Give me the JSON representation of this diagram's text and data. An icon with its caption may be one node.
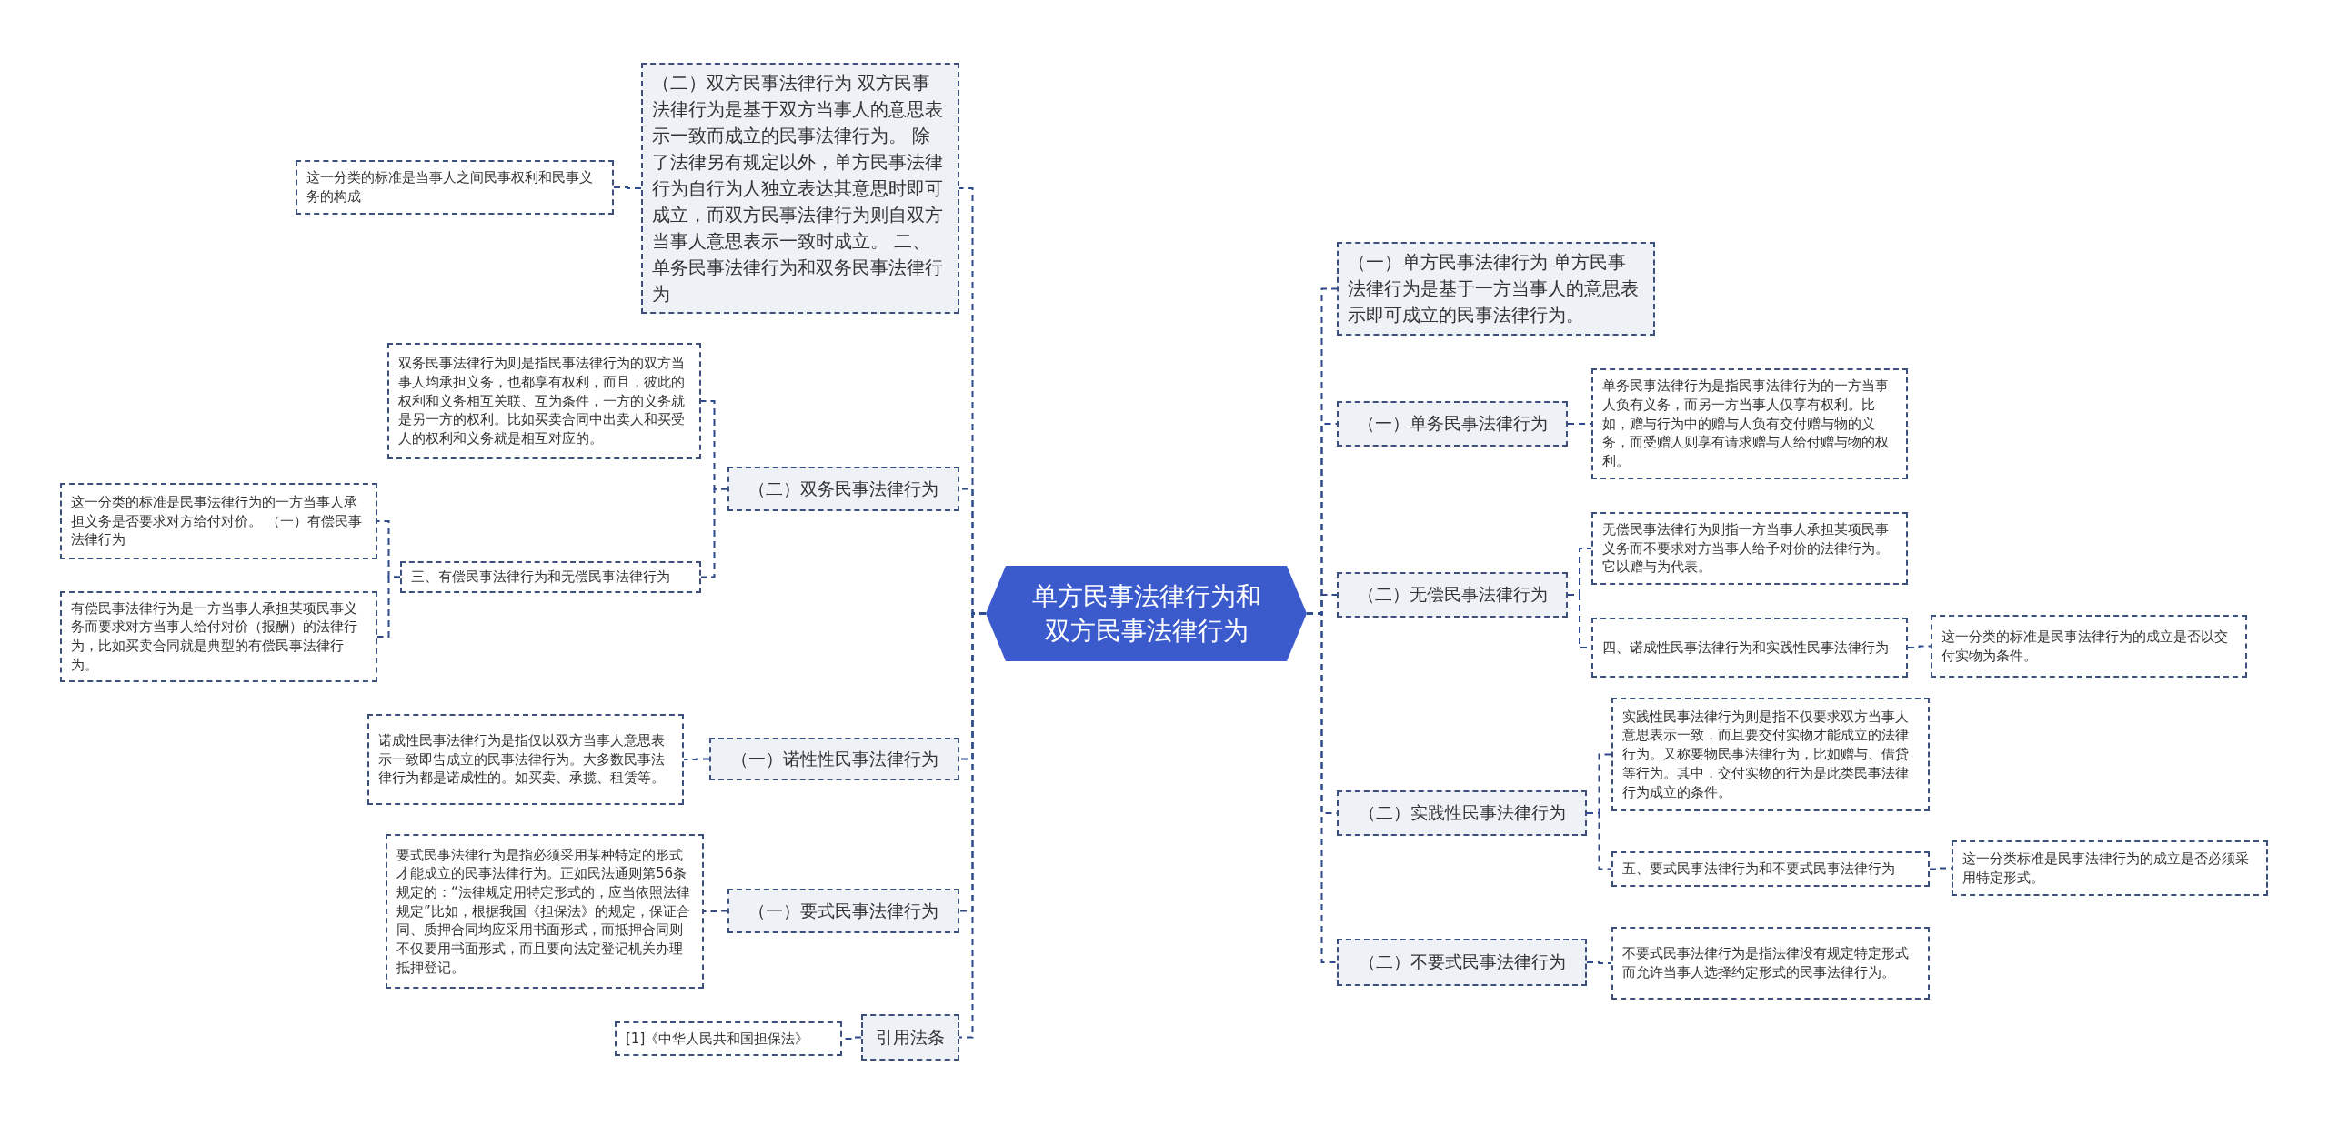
{
  "diagram": {
    "nodes": [
      {
        "text": [
          "单方民事法律行为和双方民事法律行为"
        ]
      },
      {
        "text": [
          "（二）双方民事法律行为 双方民事法律行为是基于双方当事人的意思表示一致而成立的民事法律行为。 除了法律另有规定以外，单方民事法律行为自行为人独立表达其意思时即可成立，而双方民事法律行为则自双方当事人意思表示一致时成立。 二、单务民事法律行为和双务民事法律行为"
        ]
      },
      {
        "text": [
          "这一分类的标准是当事人之间民事权利和民事义务的构成"
        ]
      },
      {
        "text": [
          "（二）双务民事法律行为"
        ]
      },
      {
        "text": [
          "双务民事法律行为则是指民事法律行为的双方当事人均承担义务，也都享有权利，而且，彼此的权利和义务相互关联、互为条件，一方的义务就是另一方的权利。比如买卖合同中出卖人和买受人的权利和义务就是相互对应的。"
        ]
      },
      {
        "text": [
          "三、有偿民事法律行为和无偿民事法律行为"
        ]
      },
      {
        "text": [
          "这一分类的标准是民事法律行为的一方当事人承担义务是否要求对方给付对价。 （一）有偿民事法律行为"
        ]
      },
      {
        "text": [
          "有偿民事法律行为是一方当事人承担某项民事义务而要求对方当事人给付对价（报酬）的法律行为，比如买卖合同就是典型的有偿民事法律行为。"
        ]
      },
      {
        "text": [
          "（一）诺性性民事法律行为"
        ]
      },
      {
        "text": [
          "诺成性民事法律行为是指仅以双方当事人意思表示一致即告成立的民事法律行为。大多数民事法律行为都是诺成性的。如买卖、承揽、租赁等。"
        ]
      },
      {
        "text": [
          "（一）要式民事法律行为"
        ]
      },
      {
        "text": [
          "要式民事法律行为是指必须采用某种特定的形式才能成立的民事法律行为。正如民法通则第56条规定的：“法律规定用特定形式的，应当依照法律规定”比如，根据我国《担保法》的规定，保证合同、质押合同均应采用书面形式，而抵押合同则不仅要用书面形式，而且要向法定登记机关办理抵押登记。"
        ]
      },
      {
        "text": [
          "引用法条"
        ]
      },
      {
        "text": [
          "[1]《中华人民共和国担保法》"
        ]
      },
      {
        "text": [
          "（一）单方民事法律行为 单方民事法律行为是基于一方当事人的意思表示即可成立的民事法律行为。"
        ]
      },
      {
        "text": [
          "（一）单务民事法律行为"
        ]
      },
      {
        "text": [
          "单务民事法律行为是指民事法律行为的一方当事人负有义务，而另一方当事人仅享有权利。比如，赠与行为中的赠与人负有交付赠与物的义务，而受赠人则享有请求赠与人给付赠与物的权利。"
        ]
      },
      {
        "text": [
          "（二）无偿民事法律行为"
        ]
      },
      {
        "text": [
          "无偿民事法律行为则指一方当事人承担某项民事义务而不要求对方当事人给予对价的法律行为。它以赠与为代表。"
        ]
      },
      {
        "text": [
          "四、诺成性民事法律行为和实践性民事法律行为"
        ]
      },
      {
        "text": [
          "这一分类的标准是民事法律行为的成立是否以交付实物为条件。"
        ]
      },
      {
        "text": [
          "（二）实践性民事法律行为"
        ]
      },
      {
        "text": [
          "实践性民事法律行为则是指不仅要求双方当事人意思表示一致，而且要交付实物才能成立的法律行为。又称要物民事法律行为，比如赠与、借贷等行为。其中，交付实物的行为是此类民事法律行为成立的条件。"
        ]
      },
      {
        "text": [
          "五、要式民事法律行为和不要式民事法律行为"
        ]
      },
      {
        "text": [
          "这一分类标准是民事法律行为的成立是否必须采用特定形式。"
        ]
      },
      {
        "text": [
          "（二）不要式民事法律行为"
        ]
      },
      {
        "text": [
          "不要式民事法律行为是指法律没有规定特定形式而允许当事人选择约定形式的民事法律行为。"
        ]
      }
    ],
    "edges": [
      {
        "from": 0,
        "to": 1,
        "arrow": "none"
      },
      {
        "from": 1,
        "to": 2,
        "arrow": "none"
      },
      {
        "from": 0,
        "to": 3,
        "arrow": "none"
      },
      {
        "from": 3,
        "to": 4,
        "arrow": "none"
      },
      {
        "from": 3,
        "to": 5,
        "arrow": "none"
      },
      {
        "from": 5,
        "to": 6,
        "arrow": "none"
      },
      {
        "from": 5,
        "to": 7,
        "arrow": "none"
      },
      {
        "from": 0,
        "to": 8,
        "arrow": "none"
      },
      {
        "from": 8,
        "to": 9,
        "arrow": "none"
      },
      {
        "from": 0,
        "to": 10,
        "arrow": "none"
      },
      {
        "from": 10,
        "to": 11,
        "arrow": "none"
      },
      {
        "from": 0,
        "to": 12,
        "arrow": "none"
      },
      {
        "from": 12,
        "to": 13,
        "arrow": "none"
      },
      {
        "from": 0,
        "to": 14,
        "arrow": "none"
      },
      {
        "from": 0,
        "to": 15,
        "arrow": "none"
      },
      {
        "from": 15,
        "to": 16,
        "arrow": "none"
      },
      {
        "from": 0,
        "to": 17,
        "arrow": "none"
      },
      {
        "from": 17,
        "to": 18,
        "arrow": "none"
      },
      {
        "from": 17,
        "to": 19,
        "arrow": "none"
      },
      {
        "from": 19,
        "to": 20,
        "arrow": "none"
      },
      {
        "from": 0,
        "to": 21,
        "arrow": "none"
      },
      {
        "from": 21,
        "to": 22,
        "arrow": "none"
      },
      {
        "from": 21,
        "to": 23,
        "arrow": "none"
      },
      {
        "from": 23,
        "to": 24,
        "arrow": "none"
      },
      {
        "from": 0,
        "to": 25,
        "arrow": "none"
      },
      {
        "from": 25,
        "to": 26,
        "arrow": "none"
      }
    ]
  }
}
